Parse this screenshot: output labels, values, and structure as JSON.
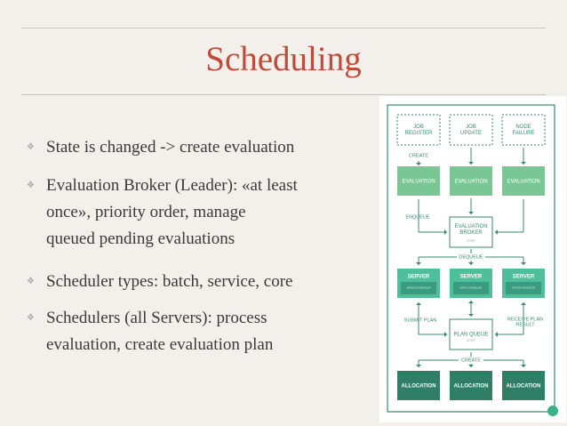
{
  "slide": {
    "title": "Scheduling",
    "bullets": [
      {
        "lines": [
          "State is changed -> create evaluation"
        ]
      },
      {
        "lines": [
          "Evaluation Broker (Leader): «at least",
          "once», priority order, manage",
          "queued pending evaluations"
        ]
      },
      {
        "lines": [
          "Scheduler types: batch, service, core"
        ]
      },
      {
        "lines": [
          "Schedulers (all Servers): process",
          "evaluation, create evaluation plan"
        ]
      }
    ]
  },
  "diagram": {
    "triggers": [
      "JOB|REGISTER",
      "JOB|UPDATE",
      "NODE|FAILURE"
    ],
    "create_label": "CREATE",
    "evaluation_label": "EVALUATION",
    "enqueue_label": "ENQUEUE",
    "broker": {
      "title": "EVALUATION|BROKER",
      "sub": "LEADER"
    },
    "dequeue_label": "DEQUEUE",
    "servers": [
      {
        "title": "SERVER",
        "sub": "SERVICE SCHEDULER"
      },
      {
        "title": "SERVER",
        "sub": "BATCH SCHEDULER"
      },
      {
        "title": "SERVER",
        "sub": "SYSTEM SCHEDULER"
      }
    ],
    "submit_label": "SUBMIT PLAN",
    "receive_label": "RECEIVE PLAN|RESULT",
    "plan_queue": {
      "title": "PLAN QUEUE",
      "sub": "LEADER"
    },
    "create2_label": "CREATE",
    "allocation_label": "ALLOCATION",
    "colors": {
      "border": "#3a8a6e",
      "evaluation": "#78c795",
      "server": "#4ebf9a",
      "server_inner": "#3a9c7e",
      "allocation": "#2f7f66"
    }
  },
  "icons": {
    "bullet": "❖",
    "logo": "slideshare-logo"
  }
}
